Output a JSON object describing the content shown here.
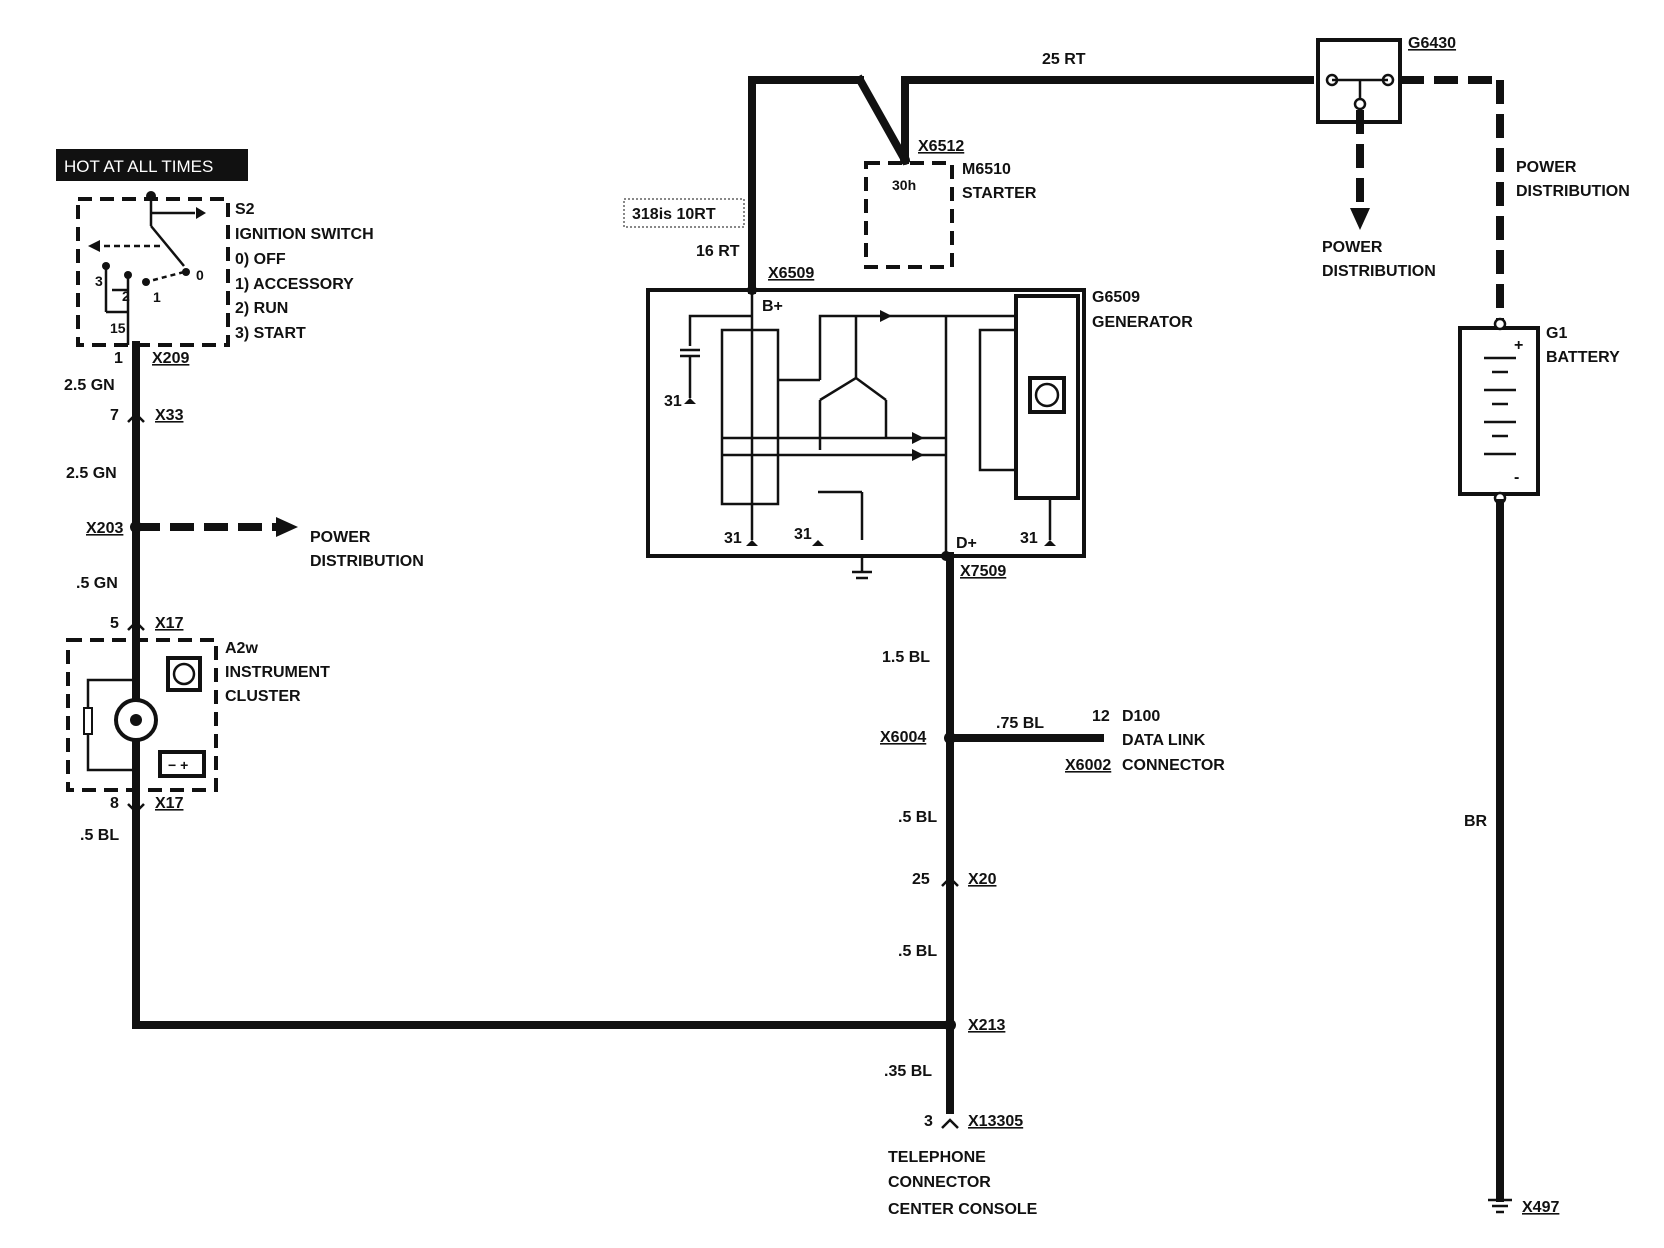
{
  "hot_at_all_times": "HOT AT ALL TIMES",
  "ignition_switch": {
    "id": "S2",
    "name": "IGNITION SWITCH",
    "positions": [
      "0)  OFF",
      "1)  ACCESSORY",
      "2)  RUN",
      "3)  START"
    ],
    "pin_3": "3",
    "pin_2": "2",
    "pin_1": "1",
    "pin_0": "0",
    "pin_15": "15",
    "pin_out": "1",
    "connector": "X209"
  },
  "left_wires": {
    "w1": "2.5 GN",
    "x33_pin": "7",
    "x33": "X33",
    "w2": "2.5 GN",
    "x203": "X203",
    "power_distribution_1": "POWER",
    "power_distribution_2": "DISTRIBUTION",
    "w3": ".5 GN",
    "x17_top_pin": "5",
    "x17_top": "X17",
    "x17_bot_pin": "8",
    "x17_bot": "X17",
    "w4": ".5 BL"
  },
  "instrument_cluster": {
    "id": "A2w",
    "name_1": "INSTRUMENT",
    "name_2": "CLUSTER"
  },
  "generator": {
    "id": "G6509",
    "name": "GENERATOR",
    "connector_top": "X6509",
    "b_plus": "B+",
    "d_plus": "D+",
    "connector_bottom": "X7509",
    "ground_1": "31",
    "ground_2": "31",
    "ground_3": "31",
    "ground_4": "31"
  },
  "starter": {
    "connector": "X6512",
    "id": "M6510",
    "name": "STARTER",
    "terminal": "30h"
  },
  "top_wires": {
    "variant_label": "318is 10RT",
    "w_16rt": "16 RT",
    "w_25rt": "25 RT"
  },
  "g6430": {
    "id": "G6430",
    "power_1": "POWER",
    "power_2": "DISTRIBUTION",
    "power_right_1": "POWER",
    "power_right_2": "DISTRIBUTION"
  },
  "battery": {
    "id": "G1",
    "name": "BATTERY",
    "plus": "+",
    "minus": "-",
    "wire": "BR",
    "ground": "X497"
  },
  "center_wires": {
    "w1": "1.5 BL",
    "x6004": "X6004",
    "w_dlc": ".75 BL",
    "dlc_pin": "12",
    "dlc_id": "D100",
    "dlc_name_1": "DATA LINK",
    "dlc_name_2": "CONNECTOR",
    "x6002": "X6002",
    "w2": ".5 BL",
    "x20_pin": "25",
    "x20": "X20",
    "w3": ".5 BL",
    "x213": "X213",
    "w4": ".35 BL",
    "x13305_pin": "3",
    "x13305": "X13305",
    "tel_1": "TELEPHONE",
    "tel_2": "CONNECTOR",
    "tel_3": "CENTER CONSOLE"
  }
}
